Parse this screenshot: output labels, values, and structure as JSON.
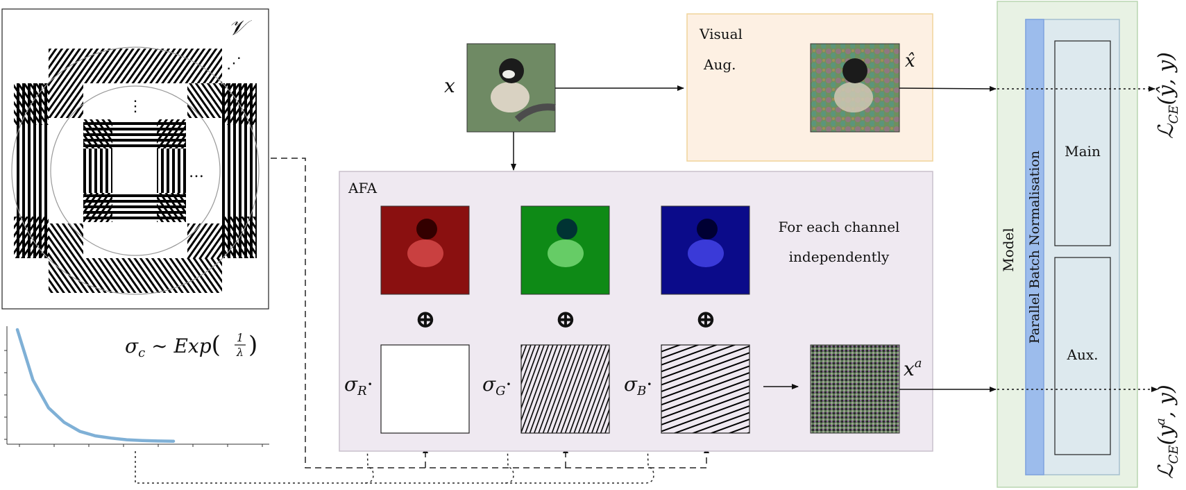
{
  "labels": {
    "v_set": "𝒱",
    "dots_diag": "⋰",
    "dots_vert": "⋮",
    "dots_horiz": "…",
    "sigma_dist": "σ",
    "sigma_dist_sub": "c",
    "sigma_dist_rest": " ∼ Exp",
    "frac_num": "1",
    "frac_den": "λ",
    "x_input": "x",
    "visual_aug_line1": "Visual",
    "visual_aug_line2": "Aug.",
    "x_hat": "x̂",
    "afa": "AFA",
    "channel_note_line1": "For each channel",
    "channel_note_line2": "independently",
    "oplus": "⊕",
    "sigma_r": "σ",
    "sigma_r_sub": "R",
    "sigma_g": "σ",
    "sigma_g_sub": "G",
    "sigma_b": "σ",
    "sigma_b_sub": "B",
    "dot_op": "·",
    "x_a": "x",
    "x_a_sup": "a",
    "model": "Model",
    "pbn": "Parallel Batch Normalisation",
    "main": "Main",
    "aux": "Aux.",
    "loss_top_L": "ℒ",
    "loss_top_sub": "CE",
    "loss_top_args": "(ŷ, y)",
    "loss_bot_L": "ℒ",
    "loss_bot_sub": "CE",
    "loss_bot_args": "(y",
    "loss_bot_sup": "a",
    "loss_bot_args_end": ", y)"
  },
  "colors": {
    "visual_aug_fill": "#fdf0e3",
    "visual_aug_stroke": "#f0d49a",
    "afa_fill": "#efe9f1",
    "afa_stroke": "#c9c0cc",
    "model_fill": "#e8f2e4",
    "model_stroke": "#b9d6b0",
    "pbn_fill": "#9cbcec",
    "pbn_stroke": "#7ea3df",
    "inner_fill": "#dde9ee",
    "inner_stroke": "#a6c0cf",
    "curve": "#7fb0d6"
  },
  "chart_data": {
    "type": "line",
    "title": "",
    "xlabel": "",
    "ylabel": "",
    "x": [
      0,
      0.1,
      0.2,
      0.3,
      0.4,
      0.5,
      0.6,
      0.7,
      0.8,
      0.9,
      1.0
    ],
    "series": [
      {
        "values": [
          1.0,
          0.55,
          0.3,
          0.17,
          0.09,
          0.05,
          0.03,
          0.015,
          0.008,
          0.004,
          0.002
        ]
      }
    ],
    "xlim": [
      0,
      1.0
    ],
    "ylim": [
      0,
      1.0
    ]
  }
}
